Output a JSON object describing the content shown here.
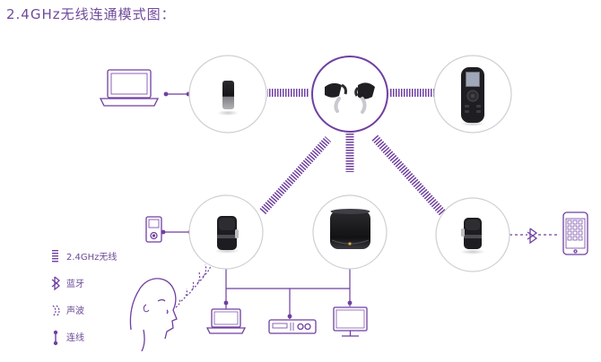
{
  "title": "2.4GHz无线连通模式图：",
  "legend": [
    {
      "key": "wireless",
      "label": "2.4GHz无线"
    },
    {
      "key": "bluetooth",
      "label": "蓝牙"
    },
    {
      "key": "sound",
      "label": "声波"
    },
    {
      "key": "wire",
      "label": "连线"
    }
  ],
  "colors": {
    "accent": "#6f3fa0",
    "circle_border": "#cfcfd4",
    "device_dark": "#1e1e22",
    "device_light": "#8a8a8e"
  },
  "icons": [
    "laptop-icon",
    "dongle-icon",
    "headset-pair-icon",
    "remote-icon",
    "ipod-icon",
    "headset-icon",
    "speaker-icon",
    "earpiece-icon",
    "bluetooth-icon",
    "phone-icon",
    "head-icon",
    "projector-icon",
    "monitor-icon"
  ]
}
